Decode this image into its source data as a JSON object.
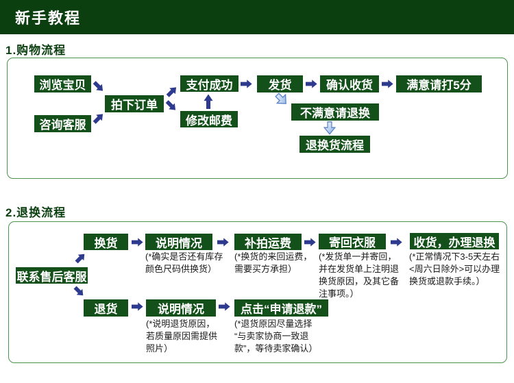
{
  "header": {
    "title": "新手教程"
  },
  "flow1": {
    "heading": "1.购物流程",
    "browse": "浏览宝贝",
    "consult": "咨询客服",
    "place_order": "拍下订单",
    "pay_success": "支付成功",
    "modify_postage": "修改邮费",
    "ship": "发货",
    "confirm_receipt": "确认收货",
    "rate_five": "满意请打5分",
    "unsatisfied": "不满意请退换",
    "return_process": "退换货流程"
  },
  "flow2": {
    "heading": "2.退换流程",
    "contact_service": "联系售后客服",
    "exchange": "换货",
    "explain_exchange": "说明情况",
    "pay_freight": "补拍运费",
    "send_back": "寄回衣服",
    "receive_handle": "收货，办理退换",
    "return_goods": "退货",
    "explain_return": "说明情况",
    "apply_refund": "点击“申请退款”",
    "note_explain_exchange": "(*确实是否还有库存\n颜色尺码供换货）",
    "note_pay_freight": "(*换货的来回运费，\n需要买方承担）",
    "note_send_back": "(*发货单一并寄回，\n并在发货单上注明退\n换货原因，及其它备\n注事项。）",
    "note_receive_handle": "(*正常情况下3-5天左右\n<周六日除外>可以办理\n换货或退款手续。）",
    "note_explain_return": "(*说明退货原因，\n若质量原因需提供\n照片）",
    "note_apply_refund": "(*退货原因尽量选择\n“与卖家协商一致退\n款”，等待卖家确认）"
  },
  "colors": {
    "header_bg": "#0b3f10",
    "node_bg": "#14501a",
    "arrow_navy": "#2d3a8e",
    "section_border": "#4a934a",
    "glossy_stroke": "#5b82c8",
    "glossy_fill": "#7fa8e0"
  }
}
